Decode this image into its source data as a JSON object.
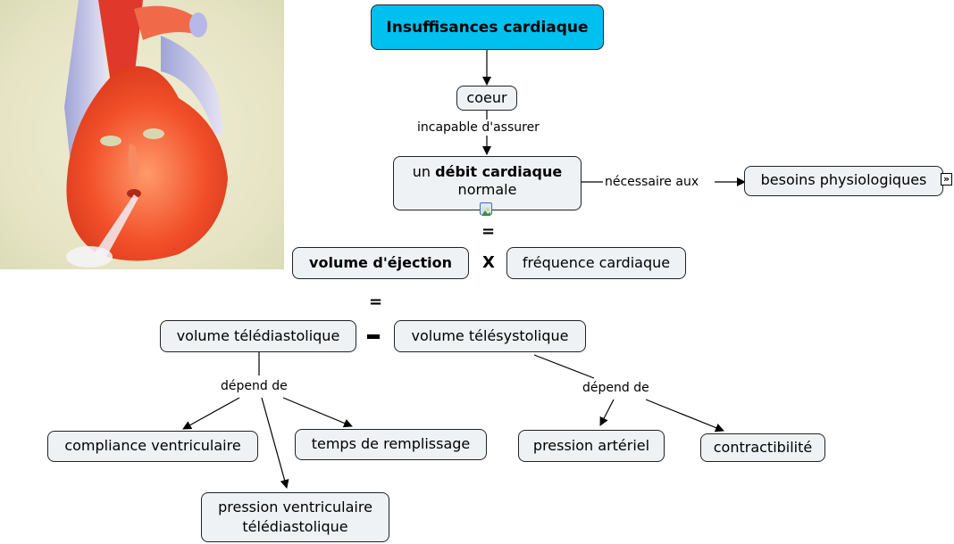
{
  "title": "Insuffisances cardiaque",
  "nodes": {
    "root": "Insuffisances cardiaque",
    "coeur": "coeur",
    "debit_prefix": "un ",
    "debit_bold": "débit cardiaque",
    "debit_suffix": "normale",
    "besoins": "besoins physiologiques",
    "volume_ejection": "volume d'éjection",
    "frequence": "fréquence cardiaque",
    "vtd": "volume télédiastolique",
    "vts": "volume télésystolique",
    "compliance": "compliance ventriculaire",
    "temps": "temps de remplissage",
    "pression_vent_line1": "pression ventriculaire",
    "pression_vent_line2": "télédiastolique",
    "pression_art": "pression artériel",
    "contractibilite": "contractibilité"
  },
  "links": {
    "incapable": "incapable d'assurer",
    "necessaire": "nécessaire aux",
    "depend1": "dépend de",
    "depend2": "dépend de"
  },
  "operators": {
    "equals1": "=",
    "times": "X",
    "equals2": "=",
    "minus": "-"
  },
  "icons": {
    "image_badge": "image-icon",
    "expand": "expand-icon",
    "expand_glyph": "»"
  },
  "picture": {
    "subject": "heart illustration with a face"
  },
  "colors": {
    "root_fill": "#00c0f0",
    "node_fill": "#eef2f4",
    "border": "#222222"
  }
}
